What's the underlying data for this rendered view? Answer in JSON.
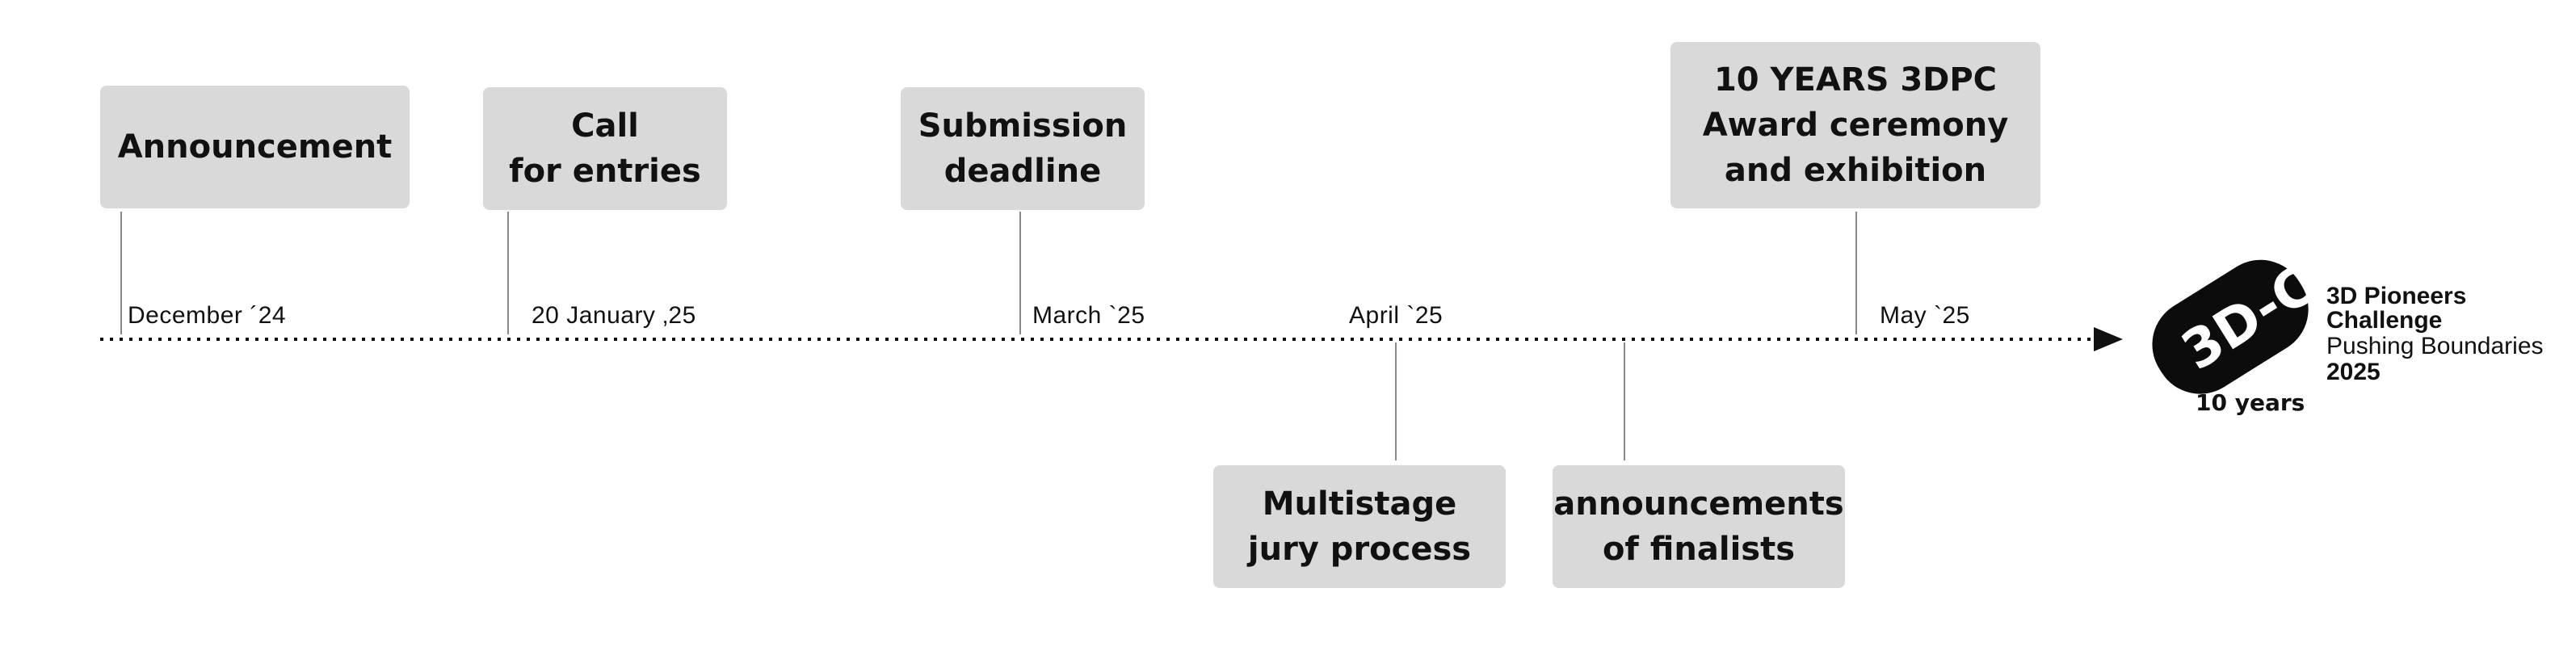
{
  "milestones_top": [
    {
      "label": "Announcement",
      "date": "December ´24"
    },
    {
      "label": "Call\nfor entries",
      "date": "20 January ‚25"
    },
    {
      "label": "Submission\ndeadline",
      "date": "March `25"
    },
    {
      "label": "10 YEARS 3DPC\nAward ceremony\nand exhibition",
      "date": "May `25"
    }
  ],
  "milestones_bottom": [
    {
      "label": "Multistage\njury process",
      "date": "April `25"
    },
    {
      "label": "announcements\nof finalists"
    }
  ],
  "brand": {
    "logo_text": "3D-C",
    "logo_subtitle": "10 years",
    "line1": "3D Pioneers",
    "line2": "Challenge",
    "line3": "Pushing Boundaries",
    "line4": "2025"
  },
  "colors": {
    "box": "#d9d9da",
    "line": "#111111",
    "stem": "#8a8a8a"
  }
}
